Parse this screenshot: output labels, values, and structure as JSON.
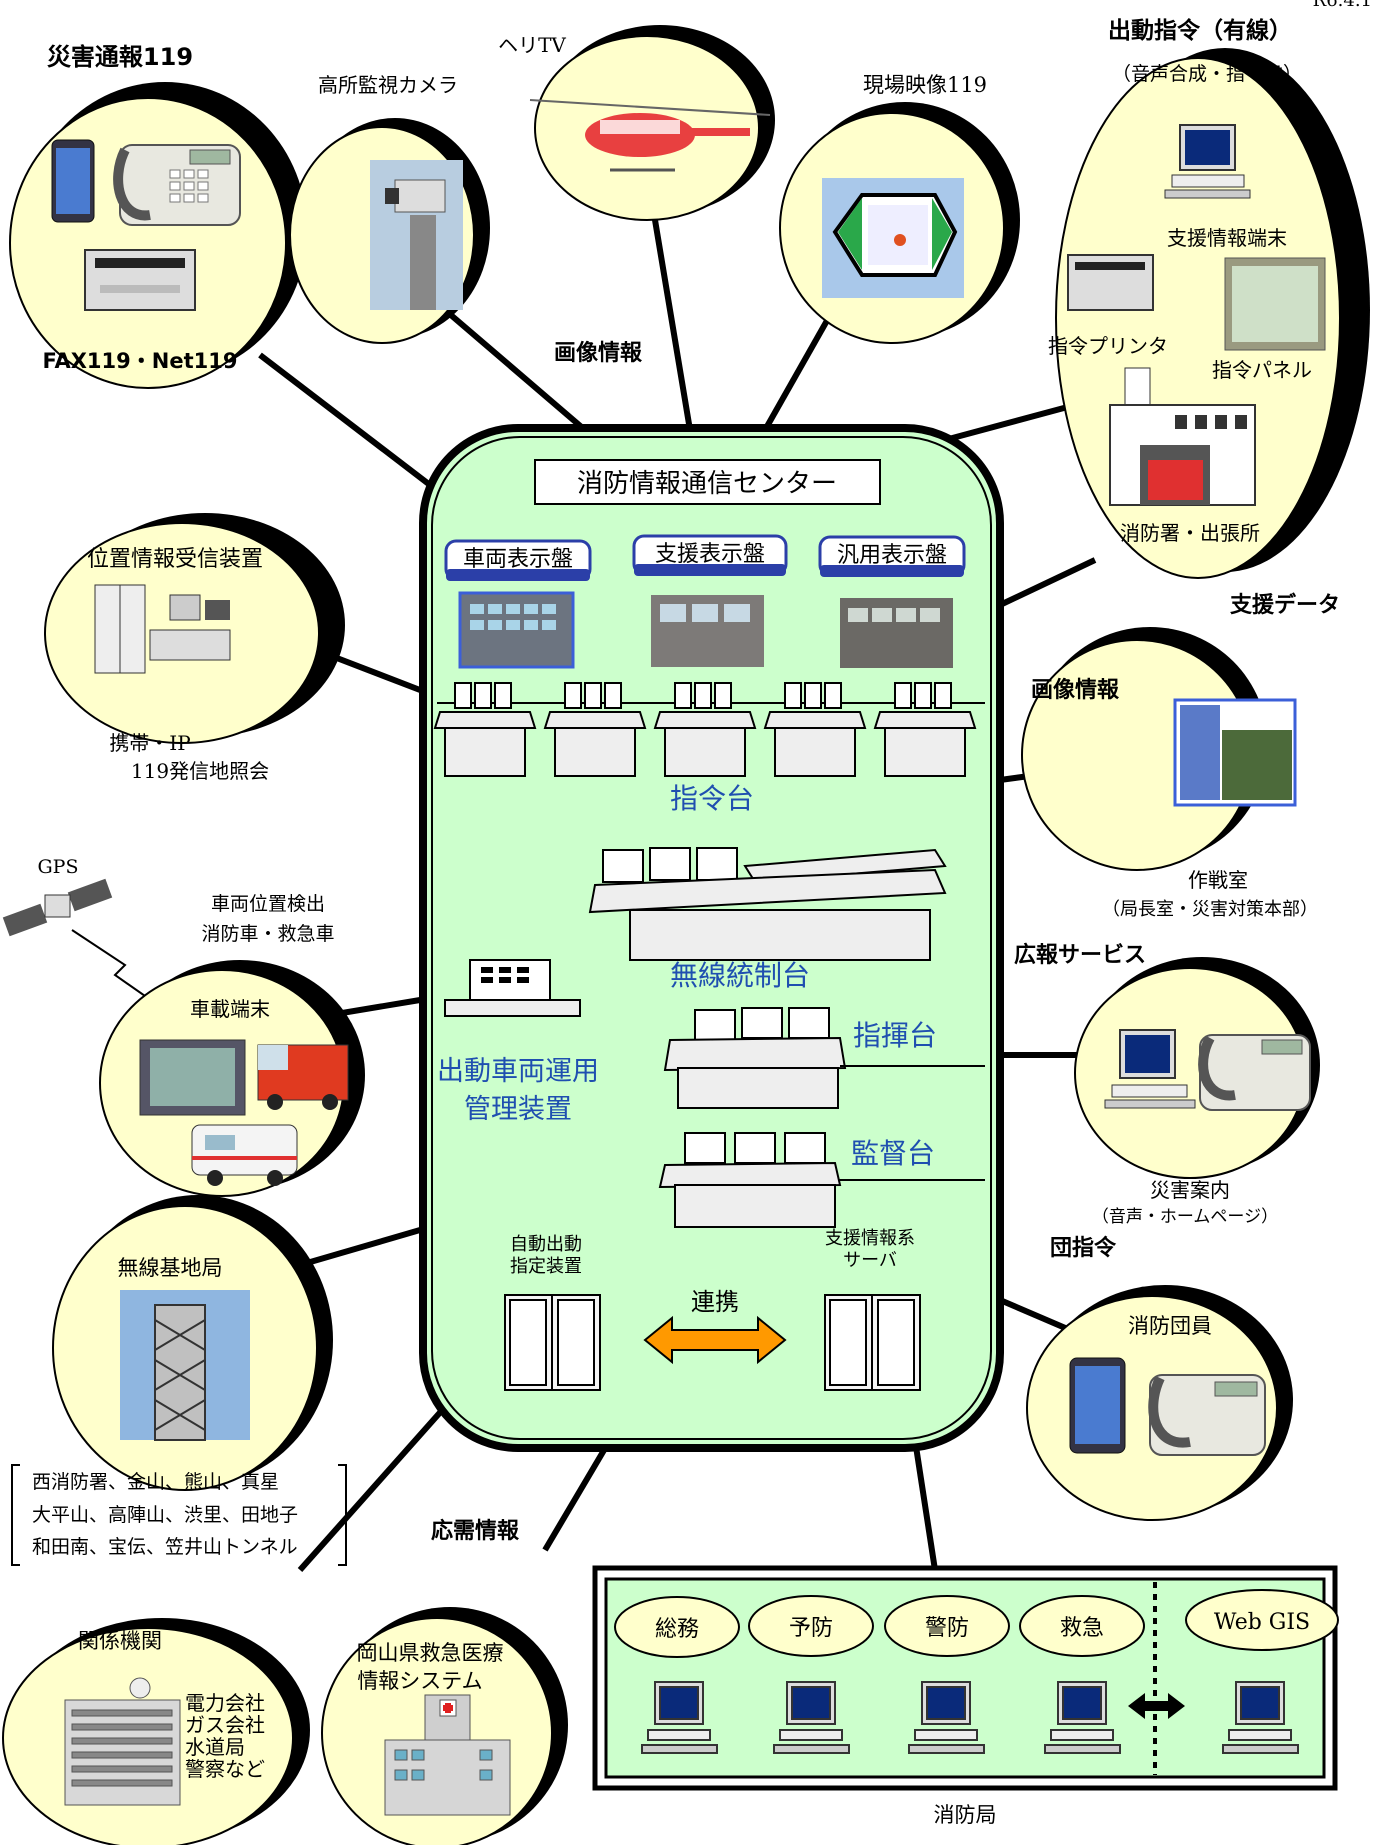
{
  "page_no": "R6.4.1",
  "center": {
    "title": "消防情報通信センター",
    "display_boards": [
      "車両表示盤",
      "支援表示盤",
      "汎用表示盤"
    ],
    "command_console": "指令台",
    "radio_console": "無線統制台",
    "vehicle_mgmt": [
      "出動車両運用",
      "管理装置"
    ],
    "commander_console": "指揮台",
    "supervisor_console": "監督台",
    "auto_dispatch": [
      "自動出動",
      "指定装置"
    ],
    "support_server": [
      "支援情報系",
      "サーバ"
    ],
    "link": "連携"
  },
  "nodes": {
    "disaster_report": {
      "title": "災害通報119",
      "caption": "FAX119・Net119"
    },
    "high_camera": {
      "title": "高所監視カメラ"
    },
    "heli_tv": {
      "title": "ヘリTV"
    },
    "site_video": {
      "title": "現場映像119"
    },
    "dispatch_order": {
      "title": "出動指令（有線）",
      "subtitle": "（音声合成・指令書）",
      "terminal": "支援情報端末",
      "printer": "指令プリンタ",
      "panel": "指令パネル",
      "station": "消防署・出張所"
    },
    "location_receiver": {
      "title": "位置情報受信装置",
      "caption": [
        "携帯・IP",
        "119発信地照会"
      ]
    },
    "war_room": {
      "caption": [
        "作戦室",
        "（局長室・災害対策本部）"
      ]
    },
    "vehicle_terminal": {
      "title": "車載端末",
      "gps": "GPS",
      "caption": [
        "車両位置検出",
        "消防車・救急車"
      ]
    },
    "disaster_info": {
      "caption": [
        "災害案内",
        "（音声・ホームページ）"
      ]
    },
    "radio_base": {
      "title": "無線基地局",
      "sites": [
        "西消防署、金山、熊山、真星",
        "大平山、高陣山、渋里、田地子",
        "和田南、宝伝、笠井山トンネル"
      ]
    },
    "brigade": {
      "title": "消防団員"
    },
    "related_orgs": {
      "title": "関係機関",
      "list": [
        "電力会社",
        "ガス会社",
        "水道局",
        "警察など"
      ]
    },
    "emergency_medical": {
      "title": [
        "岡山県救急医療",
        "情報システム"
      ]
    }
  },
  "links": {
    "image_info_top": "画像情報",
    "support_data": "支援データ",
    "image_info_right": "画像情報",
    "pr_service": "広報サービス",
    "brigade_order": "団指令",
    "demand_info": "応需情報"
  },
  "hq": {
    "departments": [
      "総務",
      "予防",
      "警防",
      "救急",
      "Web GIS"
    ],
    "caption": "消防局"
  },
  "colors": {
    "bubble": "#ffffcc",
    "shadow": "#000000",
    "center_bg": "#ccffcc",
    "label_blue": "#1f4fb0",
    "arrow_orange": "#ff9900"
  }
}
